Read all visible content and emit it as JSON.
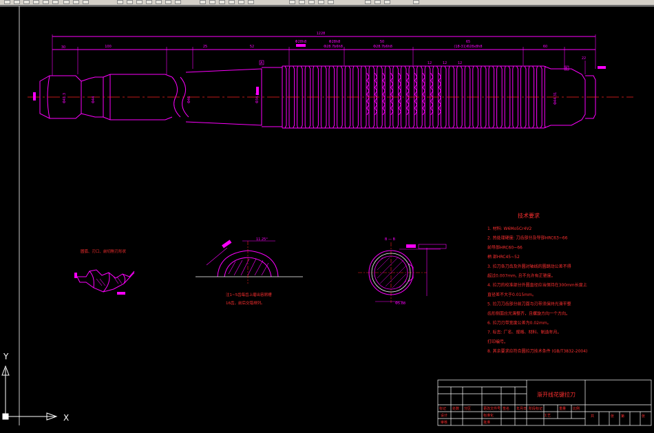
{
  "colors": {
    "background": "#000000",
    "geometry": "#ff00ff",
    "centerline": "#ff2020",
    "frame": "#ffffff",
    "text": "#ff3030",
    "dimension": "#ff00ff"
  },
  "drawing": {
    "overall_length": "1228",
    "dims_top": [
      "30",
      "100",
      "25",
      "52",
      "50",
      "65",
      "60",
      "22"
    ],
    "dim_notes": [
      "Φ28h8",
      "Φ28h8",
      "Φ28.7b6h8",
      "Φ28.7b6h8",
      "(18-31)Φ28x8h8"
    ],
    "dia_labels": [
      "Φ41.3",
      "Φ44",
      "Φ46",
      "Φ34.6",
      "Φ44.31"
    ],
    "pitch_dims": [
      "12",
      "12",
      "12"
    ],
    "view_labels": [
      "A",
      "B"
    ]
  },
  "detail_views": {
    "detail1_title": "圆弧、刃口、前切削刃形状",
    "detail2_note_line1": "注1~5齿每齿上磨出容屑槽",
    "detail2_note_line2": "16齿，前后交错排列。",
    "detail2_angle": "11.25°",
    "detail3_section_label": "B — B",
    "detail3_dim": "Φ5.88"
  },
  "tech_requirements": {
    "title": "技术要求",
    "lines": [
      "1. 材料: W6Mo5Cr4V2",
      "2. 热处理硬度: 刀齿部分及导部HRC63~66",
      "           前导部HRC60~66",
      "           柄 部HRC45~52",
      "3. 拉刀各刀齿及外圆对轴线的圆跳动公差不得",
      "   超过0.007mm, 且不允许有正锥度。",
      "4. 拉刀的校准部分外圆直径应当保持在300mm长度上",
      "   直径差不大于0.015mm。",
      "5. 拉刀刀齿部分前刀面与刃带须保持光滑平整",
      "   齿形侧面应光滑整齐，且螺旋方向一个方向。",
      "6. 拉刀刃带宽度公差为0.02mm。",
      "7. 标志: 厂名、规格、材料、制造年月。",
      "   打印编号。",
      "8. 其余要求应符合圆拉刀技术条件 (GB/T3832-2004)"
    ]
  },
  "title_block": {
    "drawing_name": "渐开线花键拉刀",
    "header_cells": [
      "标记",
      "处数",
      "分区",
      "更改文件号",
      "签名",
      "年月日"
    ],
    "role_labels": [
      "设计",
      "审核",
      "工艺"
    ],
    "mid_labels": [
      "标准化",
      "批准"
    ],
    "stage_labels": [
      "阶段标记",
      "重量",
      "比例"
    ],
    "sheet_info": [
      "共",
      "张",
      "第",
      "张"
    ]
  },
  "ucs": {
    "x_label": "X",
    "y_label": "Y"
  }
}
